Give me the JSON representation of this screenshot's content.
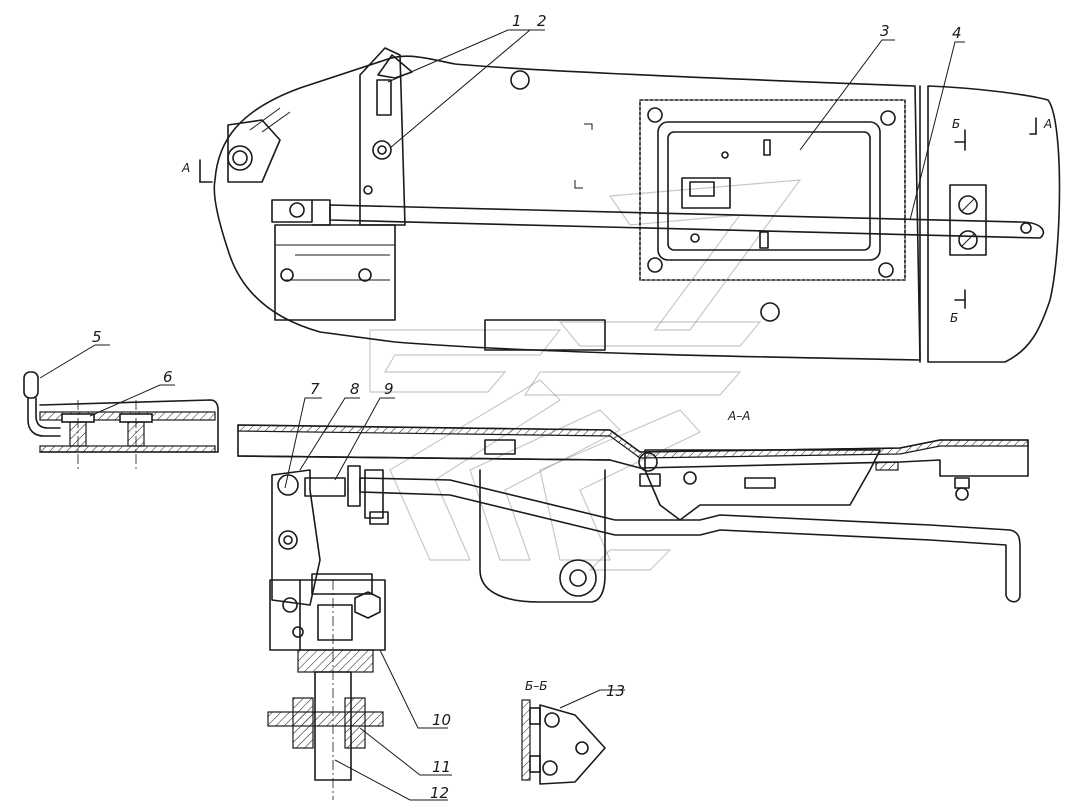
{
  "drawing": {
    "callouts": [
      "1",
      "2",
      "3",
      "4",
      "5",
      "6",
      "7",
      "8",
      "9",
      "10",
      "11",
      "12",
      "13"
    ],
    "section_marks": {
      "a_left": "А",
      "a_right": "А",
      "b_top": "Б",
      "b_bottom": "Б"
    },
    "section_titles": {
      "aa": "А–А",
      "bb": "Б–Б"
    }
  }
}
